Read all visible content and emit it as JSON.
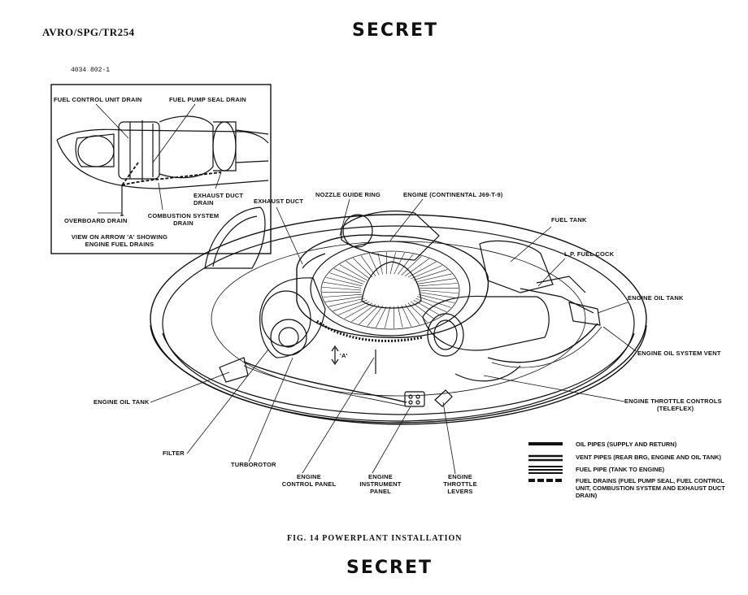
{
  "header": {
    "doc_ref": "AVRO/SPG/TR254",
    "classification": "SECRET",
    "serial": "4034 802-1"
  },
  "inset": {
    "labels": {
      "fcu_drain": "FUEL CONTROL UNIT DRAIN",
      "fuel_pump_drain": "FUEL PUMP SEAL DRAIN",
      "exhaust_duct_drain": "EXHAUST DUCT DRAIN",
      "combustion_drain": "COMBUSTION SYSTEM DRAIN",
      "overboard_drain": "OVERBOARD DRAIN"
    },
    "caption": "VIEW ON ARROW 'A' SHOWING ENGINE FUEL DRAINS"
  },
  "labels": {
    "exhaust_duct": "EXHAUST DUCT",
    "nozzle_guide_ring": "NOZZLE GUIDE RING",
    "engine": "ENGINE (CONTINENTAL J69-T-9)",
    "fuel_tank": "FUEL TANK",
    "lp_fuel_cock": "L.P. FUEL COCK",
    "engine_oil_tank_right": "ENGINE OIL TANK",
    "engine_oil_system_vent": "ENGINE OIL SYSTEM VENT",
    "engine_throttle_controls": "ENGINE THROTTLE CONTROLS",
    "teleflex": "(TELEFLEX)",
    "engine_oil_tank_left": "ENGINE OIL TANK",
    "filter": "FILTER",
    "turborotor": "TURBOROTOR",
    "engine_control_panel": "ENGINE CONTROL PANEL",
    "engine_instrument_panel": "ENGINE INSTRUMENT PANEL",
    "engine_throttle_levers": "ENGINE THROTTLE LEVERS",
    "arrow_a": "'A'"
  },
  "legend": [
    {
      "symbol": "solid-thick",
      "text": "OIL PIPES (SUPPLY AND RETURN)"
    },
    {
      "symbol": "double-line",
      "text": "VENT PIPES (REAR BRG, ENGINE AND OIL TANK)"
    },
    {
      "symbol": "triple-line",
      "text": "FUEL PIPE (TANK TO ENGINE)"
    },
    {
      "symbol": "dashed-thick",
      "text": "FUEL DRAINS (FUEL PUMP SEAL, FUEL CONTROL UNIT, COMBUSTION SYSTEM AND EXHAUST DUCT DRAIN)"
    }
  ],
  "figure_caption": "FIG. 14  POWERPLANT INSTALLATION"
}
